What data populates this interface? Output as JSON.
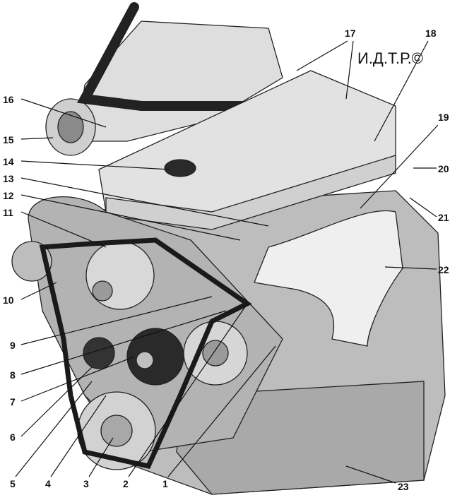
{
  "diagram": {
    "logo": "И.Д.Т.Р.©",
    "callouts": [
      "1",
      "2",
      "3",
      "4",
      "5",
      "6",
      "7",
      "8",
      "9",
      "10",
      "11",
      "12",
      "13",
      "14",
      "15",
      "16",
      "17",
      "18",
      "19",
      "20",
      "21",
      "22",
      "23"
    ]
  },
  "colors": {
    "light": "#e6e6e6",
    "mid": "#c4c4c4",
    "dark": "#7a7a7a",
    "belt": "#1a1a1a"
  }
}
